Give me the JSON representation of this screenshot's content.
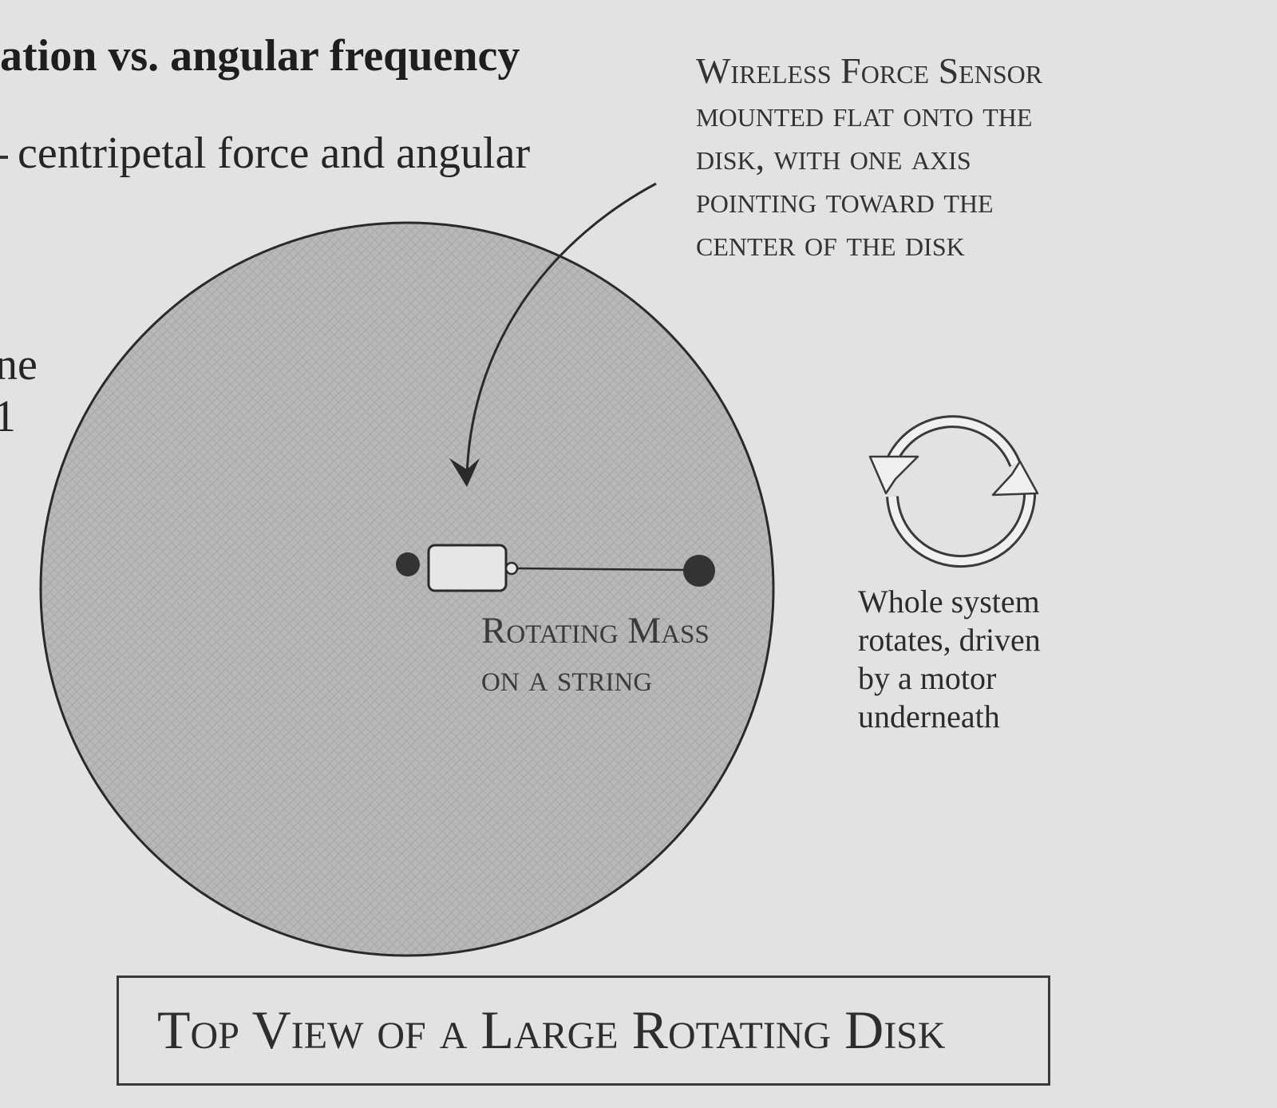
{
  "text": {
    "heading_fragment": "ation vs. angular frequency",
    "body_fragment": "centripetal force and angular",
    "margin_fragment_1": "ne",
    "margin_fragment_2": "1",
    "margin_fragment_3": ")"
  },
  "sensor_label": {
    "lines": [
      "Wireless Force Sensor",
      "mounted flat onto the",
      "disk, with one axis",
      "pointing toward the",
      "center of the disk"
    ]
  },
  "mass_label": {
    "lines": [
      "Rotating Mass",
      "on a string"
    ]
  },
  "system_note": {
    "lines": [
      "Whole system",
      "rotates, driven",
      "by a motor",
      "underneath"
    ]
  },
  "caption": "Top View of a Large Rotating Disk",
  "icons": {
    "rotation": "circular-arrows-icon",
    "pointer": "curved-arrow"
  },
  "colors": {
    "paper": "#e2e2e2",
    "disk_fill": "#b5b5b5",
    "ink": "#2a2a2a"
  }
}
